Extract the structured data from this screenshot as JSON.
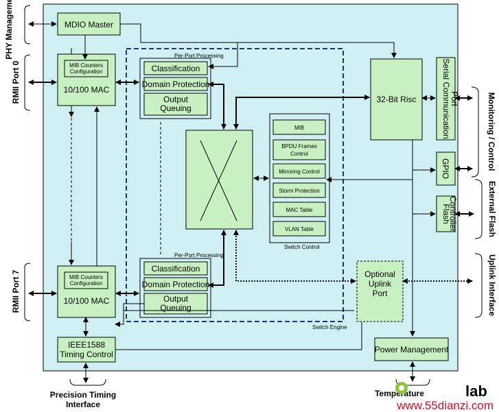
{
  "colors": {
    "chip_fill": "#cfeff3",
    "block_fill": "#c9f0c2",
    "engine_dash": "#1f3272",
    "line": "#000000"
  },
  "icons": [
    "crossbar-x-icon",
    "arrow-head-icon"
  ],
  "side_labels": {
    "phy_management": "PHY Management",
    "rmii_port_0": "RMII Port 0",
    "rmii_port_7": "RMII Port 7",
    "monitoring_control": "Monitoring / Control",
    "external_flash": "External Flash",
    "uplink_interface": "Uplink Interface",
    "precision_timing_line1": "Precision Timing",
    "precision_timing_line2": "Interface",
    "temperature": "Temperature"
  },
  "blocks": {
    "mdio_master": "MDIO Master",
    "mib_counters_line1": "MIB Counters",
    "mib_counters_line2": "Configuration",
    "mac": "10/100 MAC",
    "ieee1588_line1": "IEEE1588",
    "ieee1588_line2": "Timing Control",
    "per_port_processing": "Per-Port Processing",
    "classification": "Classification",
    "domain_protection": "Domain Protection",
    "output_queuing_line1": "Output",
    "output_queuing_line2": "Queuing",
    "risc": "32-Bit Risc",
    "serial_comm_line1": "Serial Communication",
    "serial_comm_line2": "Port",
    "gpio": "GPIO",
    "flash_ctrl_line1": "Flash",
    "flash_ctrl_line2": "Controller",
    "optional_uplink_line1": "Optional",
    "optional_uplink_line2": "Uplink",
    "optional_uplink_line3": "Port",
    "power_management": "Power Management",
    "switch_engine": "Switch Engine",
    "switch_control": "Switch Control"
  },
  "switch_control_items": [
    "MIB",
    "BPDU Frames",
    "Control",
    "Mirroring Control",
    "Storm Protection",
    "MAC Table",
    "VLAN Table"
  ],
  "watermark": {
    "logo_text": "lab",
    "url": "www.55dianzi.com"
  }
}
